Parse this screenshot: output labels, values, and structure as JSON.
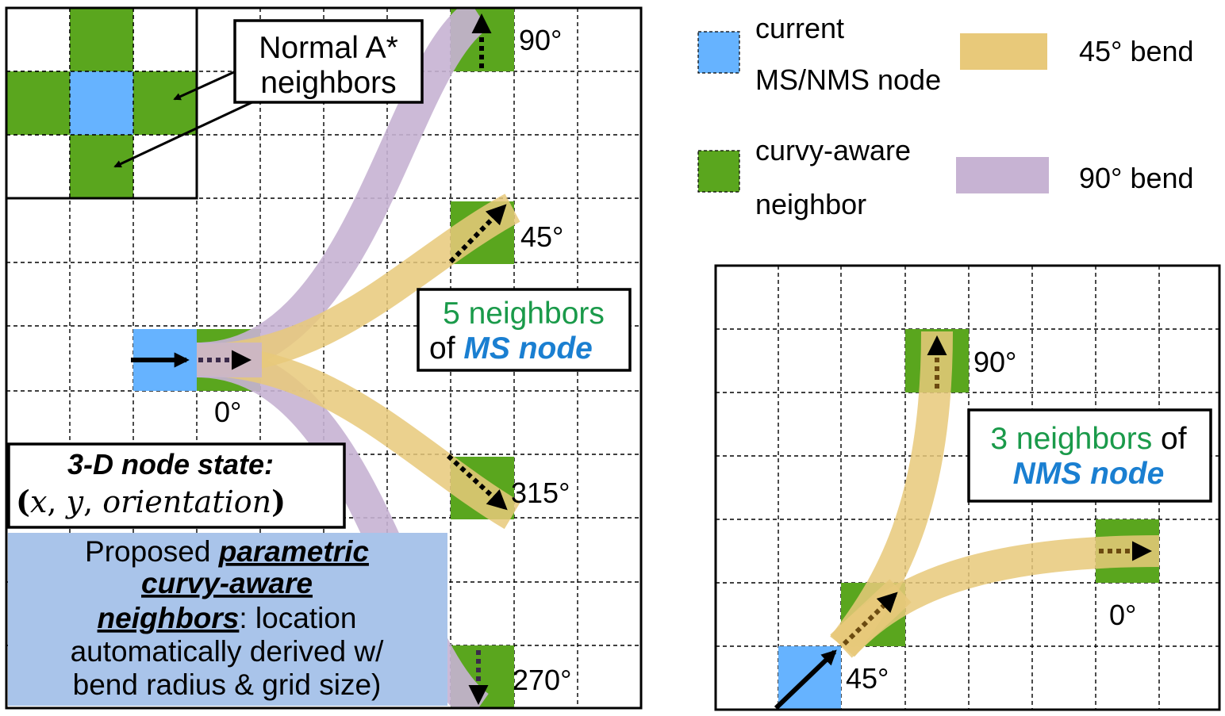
{
  "colors": {
    "current_node": "#66b3ff",
    "neighbor": "#5aa61e",
    "bend45": "#e8c97a",
    "bend90": "#c7b3d3",
    "accent_green": "#1a9a4a",
    "accent_blue": "#1a7fd1",
    "proposed_bg": "#a9c4ea"
  },
  "legend": {
    "current_line1": "current",
    "current_line2": "MS/NMS node",
    "neighbor_line1": "curvy-aware",
    "neighbor_line2": "neighbor",
    "bend45": "45° bend",
    "bend90": "90° bend"
  },
  "left_panel": {
    "normal_astar_line1": "Normal A*",
    "normal_astar_line2": "neighbors",
    "ms_count": "5 neighbors",
    "ms_of": "of ",
    "ms_node": "MS node",
    "angle_90": "90°",
    "angle_45": "45°",
    "angle_0": "0°",
    "angle_315": "315°",
    "angle_270": "270°",
    "state_title": "3-D node state:",
    "state_x": "x",
    "state_comma1": ", ",
    "state_y": "y",
    "state_comma2": ", ",
    "state_orientation": "orientation",
    "state_open": "(",
    "state_close": ")",
    "proposed_line1_plain": "Proposed ",
    "proposed_line1_bold": "parametric",
    "proposed_line2_bold": "curvy-aware",
    "proposed_line3_bold": "neighbors",
    "proposed_line3_plain": ": location",
    "proposed_line4": "automatically derived w/",
    "proposed_line5": "bend radius & grid size)"
  },
  "right_panel": {
    "nms_count": "3 neighbors",
    "nms_of": " of",
    "nms_node": "NMS node",
    "angle_90": "90°",
    "angle_45": "45°",
    "angle_0": "0°"
  }
}
